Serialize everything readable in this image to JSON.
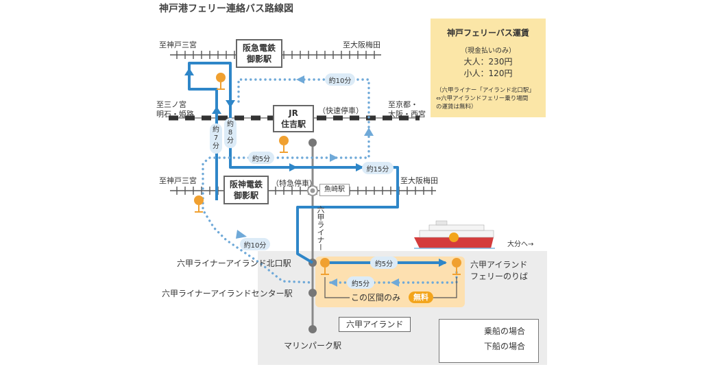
{
  "title": "神戸港フェリー連絡バス路線図",
  "hankyu": {
    "station": [
      "阪急電鉄",
      "御影駅"
    ],
    "to_left": "至神戸三宮",
    "to_right": "至大阪梅田"
  },
  "jr": {
    "station": [
      "JR",
      "住吉駅"
    ],
    "note": "（快速停車）",
    "to_left": [
      "至三ノ宮",
      "明石・姫路"
    ],
    "to_right": [
      "至京都・",
      "大阪・西宮"
    ]
  },
  "hanshin": {
    "station": [
      "阪神電鉄",
      "御影駅"
    ],
    "note": "（特急停車）",
    "to_left": "至神戸三宮",
    "to_right": "至大阪梅田",
    "uozaki": "魚崎駅"
  },
  "rokko_liner": {
    "line_name": "六甲ライナー",
    "island_north": "六甲ライナーアイランド北口駅",
    "island_center": "六甲ライナーアイランドセンター駅",
    "marine_park": "マリンパーク駅"
  },
  "island_label": "六甲アイランド",
  "ferry_terminal": [
    "六甲アイランド",
    "フェリーのりば"
  ],
  "to_oita": "大分へ→",
  "times": {
    "min10_top": "約10分",
    "min8": [
      "約",
      "8",
      "分"
    ],
    "min7": [
      "約",
      "7",
      "分"
    ],
    "min5_mid": "約5分",
    "min15": "約15分",
    "min10_bottom": "約10分",
    "min5_boarding": "約5分",
    "min5_alighting": "約5分"
  },
  "free_zone": {
    "text": "この区間のみ",
    "badge": "無料"
  },
  "fare_box": {
    "title": "神戸フェリーバス運賃",
    "cash_only": "（現金払いのみ）",
    "adult": "大人：230円",
    "child": "小人：120円",
    "note": [
      "（六甲ライナー「アイランド北口駅」",
      "⇔六甲アイランドフェリー乗り場間",
      "の運賃は無料）"
    ]
  },
  "legend": {
    "boarding": "乗船の場合",
    "alighting": "下船の場合"
  },
  "colors": {
    "boarding_line": "#2e86c8",
    "alighting_dots": "#6fa9d8",
    "stop": "#f0a030",
    "fare_bg": "#fbe6a7",
    "free_zone_bg": "#fde0b0",
    "island_bg": "#ececec"
  }
}
